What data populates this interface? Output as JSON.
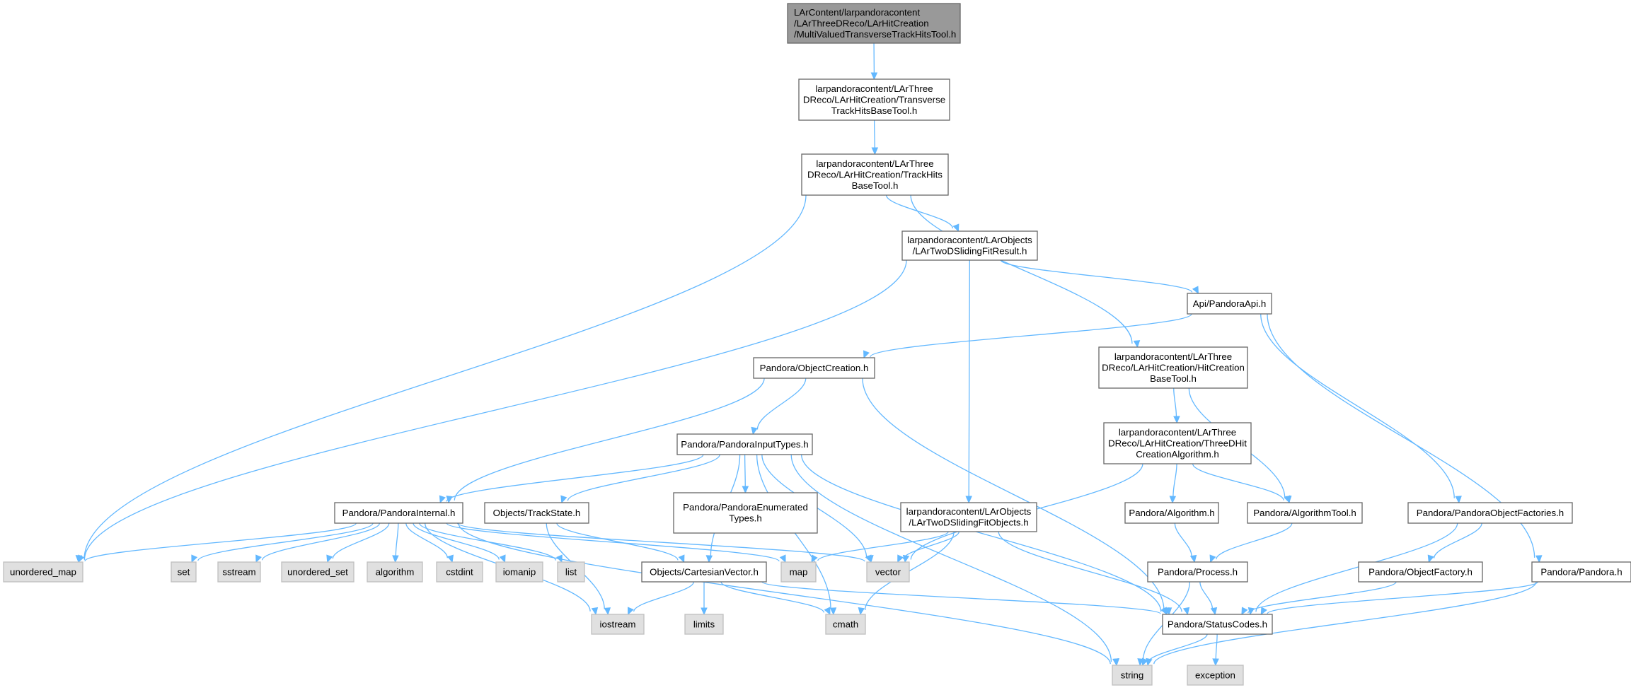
{
  "diagram": {
    "title": "",
    "colors": {
      "edge": "#63b8ff",
      "node_border": "#666666",
      "file_fill": "#ffffff",
      "system_fill": "#e0e0e0",
      "root_fill": "#999999"
    },
    "nodes": [
      {
        "id": "root",
        "kind": "root",
        "lines": [
          "LArContent/larpandoracontent",
          "/LArThreeDReco/LArHitCreation",
          "/MultiValuedTransverseTrackHitsTool.h"
        ]
      },
      {
        "id": "transverse",
        "kind": "file",
        "lines": [
          "larpandoracontent/LArThree",
          "DReco/LArHitCreation/Transverse",
          "TrackHitsBaseTool.h"
        ]
      },
      {
        "id": "trackhits",
        "kind": "file",
        "lines": [
          "larpandoracontent/LArThree",
          "DReco/LArHitCreation/TrackHits",
          "BaseTool.h"
        ]
      },
      {
        "id": "slidingfitresult",
        "kind": "file",
        "lines": [
          "larpandoracontent/LArObjects",
          "/LArTwoDSlidingFitResult.h"
        ]
      },
      {
        "id": "pandoraapi",
        "kind": "file",
        "lines": [
          "Api/PandoraApi.h"
        ]
      },
      {
        "id": "objectcreation",
        "kind": "file",
        "lines": [
          "Pandora/ObjectCreation.h"
        ]
      },
      {
        "id": "hitcreationbase",
        "kind": "file",
        "lines": [
          "larpandoracontent/LArThree",
          "DReco/LArHitCreation/HitCreation",
          "BaseTool.h"
        ]
      },
      {
        "id": "inputtypes",
        "kind": "file",
        "lines": [
          "Pandora/PandoraInputTypes.h"
        ]
      },
      {
        "id": "threedhit",
        "kind": "file",
        "lines": [
          "larpandoracontent/LArThree",
          "DReco/LArHitCreation/ThreeDHit",
          "CreationAlgorithm.h"
        ]
      },
      {
        "id": "pandorainternal",
        "kind": "file",
        "lines": [
          "Pandora/PandoraInternal.h"
        ]
      },
      {
        "id": "trackstate",
        "kind": "file",
        "lines": [
          "Objects/TrackState.h"
        ]
      },
      {
        "id": "enumerated",
        "kind": "file",
        "lines": [
          "Pandora/PandoraEnumerated",
          "Types.h"
        ]
      },
      {
        "id": "slidingfitobjects",
        "kind": "file",
        "lines": [
          "larpandoracontent/LArObjects",
          "/LArTwoDSlidingFitObjects.h"
        ]
      },
      {
        "id": "algorithm_h",
        "kind": "file",
        "lines": [
          "Pandora/Algorithm.h"
        ]
      },
      {
        "id": "algorithmtool",
        "kind": "file",
        "lines": [
          "Pandora/AlgorithmTool.h"
        ]
      },
      {
        "id": "objectfactories",
        "kind": "file",
        "lines": [
          "Pandora/PandoraObjectFactories.h"
        ]
      },
      {
        "id": "unordered_map",
        "kind": "system",
        "lines": [
          "unordered_map"
        ]
      },
      {
        "id": "set",
        "kind": "system",
        "lines": [
          "set"
        ]
      },
      {
        "id": "sstream",
        "kind": "system",
        "lines": [
          "sstream"
        ]
      },
      {
        "id": "unordered_set",
        "kind": "system",
        "lines": [
          "unordered_set"
        ]
      },
      {
        "id": "algorithm",
        "kind": "system",
        "lines": [
          "algorithm"
        ]
      },
      {
        "id": "cstdint",
        "kind": "system",
        "lines": [
          "cstdint"
        ]
      },
      {
        "id": "iomanip",
        "kind": "system",
        "lines": [
          "iomanip"
        ]
      },
      {
        "id": "list",
        "kind": "system",
        "lines": [
          "list"
        ]
      },
      {
        "id": "cartesian",
        "kind": "file",
        "lines": [
          "Objects/CartesianVector.h"
        ]
      },
      {
        "id": "map",
        "kind": "system",
        "lines": [
          "map"
        ]
      },
      {
        "id": "vector",
        "kind": "system",
        "lines": [
          "vector"
        ]
      },
      {
        "id": "process",
        "kind": "file",
        "lines": [
          "Pandora/Process.h"
        ]
      },
      {
        "id": "objectfactory",
        "kind": "file",
        "lines": [
          "Pandora/ObjectFactory.h"
        ]
      },
      {
        "id": "pandora_h",
        "kind": "file",
        "lines": [
          "Pandora/Pandora.h"
        ]
      },
      {
        "id": "iostream",
        "kind": "system",
        "lines": [
          "iostream"
        ]
      },
      {
        "id": "limits",
        "kind": "system",
        "lines": [
          "limits"
        ]
      },
      {
        "id": "cmath",
        "kind": "system",
        "lines": [
          "cmath"
        ]
      },
      {
        "id": "statuscodes",
        "kind": "file",
        "lines": [
          "Pandora/StatusCodes.h"
        ]
      },
      {
        "id": "string",
        "kind": "system",
        "lines": [
          "string"
        ]
      },
      {
        "id": "exception",
        "kind": "system",
        "lines": [
          "exception"
        ]
      }
    ],
    "edges": [
      [
        "root",
        "transverse"
      ],
      [
        "transverse",
        "trackhits"
      ],
      [
        "trackhits",
        "unordered_map"
      ],
      [
        "trackhits",
        "slidingfitresult"
      ],
      [
        "trackhits",
        "hitcreationbase"
      ],
      [
        "slidingfitresult",
        "unordered_map"
      ],
      [
        "slidingfitresult",
        "pandoraapi"
      ],
      [
        "slidingfitresult",
        "slidingfitobjects"
      ],
      [
        "pandoraapi",
        "objectcreation"
      ],
      [
        "pandoraapi",
        "objectfactories"
      ],
      [
        "pandoraapi",
        "pandora_h"
      ],
      [
        "objectcreation",
        "pandorainternal"
      ],
      [
        "objectcreation",
        "inputtypes"
      ],
      [
        "objectcreation",
        "statuscodes"
      ],
      [
        "hitcreationbase",
        "threedhit"
      ],
      [
        "hitcreationbase",
        "algorithmtool"
      ],
      [
        "threedhit",
        "vector"
      ],
      [
        "threedhit",
        "algorithm_h"
      ],
      [
        "threedhit",
        "algorithmtool"
      ],
      [
        "inputtypes",
        "pandorainternal"
      ],
      [
        "inputtypes",
        "trackstate"
      ],
      [
        "inputtypes",
        "enumerated"
      ],
      [
        "inputtypes",
        "cartesian"
      ],
      [
        "inputtypes",
        "vector"
      ],
      [
        "inputtypes",
        "cmath"
      ],
      [
        "inputtypes",
        "string"
      ],
      [
        "inputtypes",
        "statuscodes"
      ],
      [
        "pandorainternal",
        "unordered_map"
      ],
      [
        "pandorainternal",
        "set"
      ],
      [
        "pandorainternal",
        "sstream"
      ],
      [
        "pandorainternal",
        "unordered_set"
      ],
      [
        "pandorainternal",
        "algorithm"
      ],
      [
        "pandorainternal",
        "cstdint"
      ],
      [
        "pandorainternal",
        "iomanip"
      ],
      [
        "pandorainternal",
        "list"
      ],
      [
        "pandorainternal",
        "map"
      ],
      [
        "pandorainternal",
        "vector"
      ],
      [
        "pandorainternal",
        "iostream"
      ],
      [
        "pandorainternal",
        "string"
      ],
      [
        "trackstate",
        "cartesian"
      ],
      [
        "trackstate",
        "iostream"
      ],
      [
        "cartesian",
        "iostream"
      ],
      [
        "cartesian",
        "limits"
      ],
      [
        "cartesian",
        "cmath"
      ],
      [
        "cartesian",
        "statuscodes"
      ],
      [
        "slidingfitobjects",
        "map"
      ],
      [
        "slidingfitobjects",
        "vector"
      ],
      [
        "slidingfitobjects",
        "cmath"
      ],
      [
        "slidingfitobjects",
        "statuscodes"
      ],
      [
        "algorithm_h",
        "process"
      ],
      [
        "algorithmtool",
        "process"
      ],
      [
        "process",
        "statuscodes"
      ],
      [
        "process",
        "string"
      ],
      [
        "objectfactories",
        "objectfactory"
      ],
      [
        "objectfactories",
        "statuscodes"
      ],
      [
        "objectfactory",
        "statuscodes"
      ],
      [
        "pandora_h",
        "statuscodes"
      ],
      [
        "pandora_h",
        "string"
      ],
      [
        "statuscodes",
        "string"
      ],
      [
        "statuscodes",
        "exception"
      ]
    ]
  }
}
